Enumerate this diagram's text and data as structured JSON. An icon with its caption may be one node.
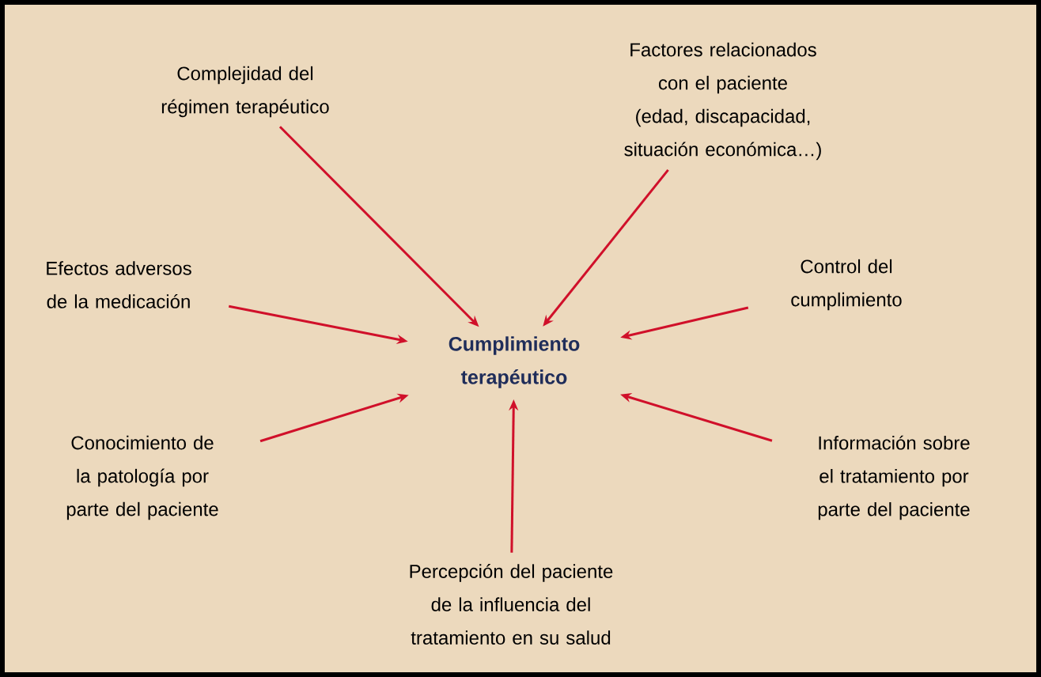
{
  "diagram": {
    "nodes": [
      {
        "text": [
          "Cumplimiento terapéutico"
        ]
      },
      {
        "text": [
          "Complejidad del régimen terapéutico"
        ]
      },
      {
        "text": [
          "Factores relacionados con el paciente (edad, discapacidad, situación económica…)"
        ]
      },
      {
        "text": [
          "Efectos adversos de la medicación"
        ]
      },
      {
        "text": [
          "Control del cumplimiento"
        ]
      },
      {
        "text": [
          "Conocimiento de la patología por parte del paciente"
        ]
      },
      {
        "text": [
          "Información sobre el tratamiento por parte del paciente"
        ]
      },
      {
        "text": [
          "Percepción del paciente de la influencia del tratamiento en su salud"
        ]
      }
    ],
    "edges": [
      {
        "from": 1,
        "to": 0,
        "arrow": "to"
      },
      {
        "from": 2,
        "to": 0,
        "arrow": "to"
      },
      {
        "from": 3,
        "to": 0,
        "arrow": "to"
      },
      {
        "from": 4,
        "to": 0,
        "arrow": "to"
      },
      {
        "from": 5,
        "to": 0,
        "arrow": "to"
      },
      {
        "from": 6,
        "to": 0,
        "arrow": "to"
      },
      {
        "from": 7,
        "to": 0,
        "arrow": "to"
      }
    ]
  }
}
